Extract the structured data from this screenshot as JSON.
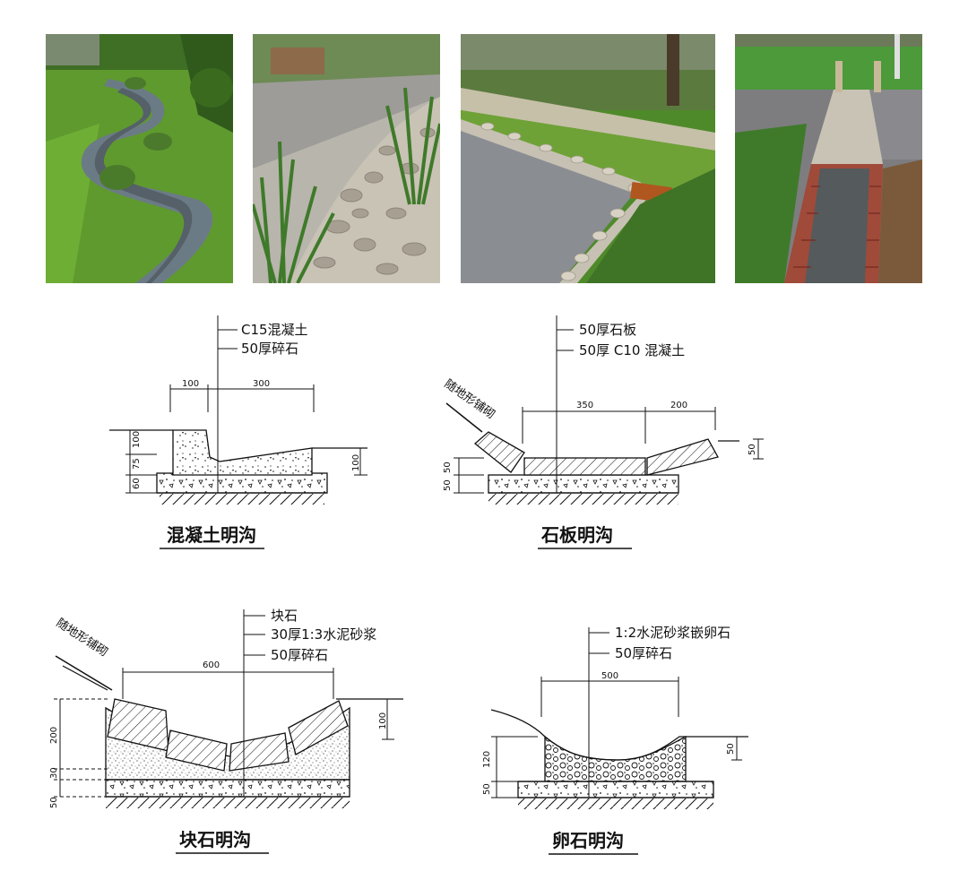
{
  "photos": [
    {
      "subject": "curving stone-lined swale in lawn"
    },
    {
      "subject": "cobble-lined ditch with iris plants"
    },
    {
      "subject": "pebble-edged open channel beside asphalt path with grate"
    },
    {
      "subject": "brick-lined channel with concrete slab crossing"
    }
  ],
  "concrete_ditch": {
    "title": "混凝土明沟",
    "callouts": [
      "C15混凝土",
      "50厚碎石"
    ],
    "dims_top": [
      "100",
      "300"
    ],
    "dims_left": [
      "100",
      "75",
      "60"
    ],
    "dims_right": [
      "100"
    ]
  },
  "slab_ditch": {
    "title": "石板明沟",
    "callouts": [
      "50厚石板",
      "50厚  C10  混凝土"
    ],
    "side_note": "随地形铺砌",
    "dims_top": [
      "350",
      "200"
    ],
    "dims_left": [
      "50",
      "50"
    ],
    "dims_right": [
      "50"
    ]
  },
  "block_stone_ditch": {
    "title": "块石明沟",
    "callouts": [
      "块石",
      "30厚1:3水泥砂浆",
      "50厚碎石"
    ],
    "side_note": "随地形铺砌",
    "dims_top": [
      "600"
    ],
    "dims_left": [
      "200",
      "30",
      "50"
    ],
    "dims_right": [
      "100"
    ]
  },
  "pebble_ditch": {
    "title": "卵石明沟",
    "callouts": [
      "1:2水泥砂浆嵌卵石",
      "50厚碎石"
    ],
    "dims_top": [
      "500"
    ],
    "dims_left": [
      "120",
      "50"
    ],
    "dims_right": [
      "50"
    ]
  }
}
